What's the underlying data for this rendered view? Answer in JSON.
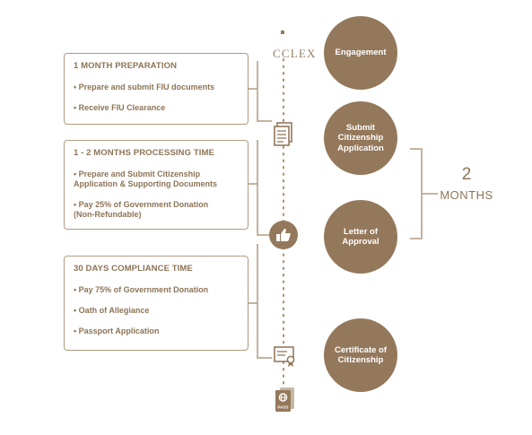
{
  "brand": {
    "name": "CCLEX"
  },
  "colors": {
    "accent": "#94785b",
    "text": "#8d7456",
    "border": "#b29a7f"
  },
  "steps": [
    {
      "label": "Engagement"
    },
    {
      "label": "Submit Citizenship Application"
    },
    {
      "label": "Letter of Approval"
    },
    {
      "label": "Certificate of Citizenship"
    }
  ],
  "phases": [
    {
      "title": "1 MONTH PREPARATION",
      "items": [
        "• Prepare and submit FIU documents",
        "• Receive FIU Clearance"
      ]
    },
    {
      "title": "1 - 2 MONTHS PROCESSING TIME",
      "items": [
        "• Prepare and Submit Citizenship",
        "Application & Supporting Documents",
        "• Pay 25% of Government Donation",
        "(Non-Refundable)"
      ]
    },
    {
      "title": "30 DAYS COMPLIANCE TIME",
      "items": [
        "• Pay 75% of Government Donation",
        "• Oath of Allegiance",
        "• Passport Application"
      ]
    }
  ],
  "duration": {
    "number": "2",
    "unit": "MONTHS"
  },
  "icons": [
    "document-icon",
    "thumbs-up-icon",
    "certificate-icon",
    "passport-icon"
  ]
}
